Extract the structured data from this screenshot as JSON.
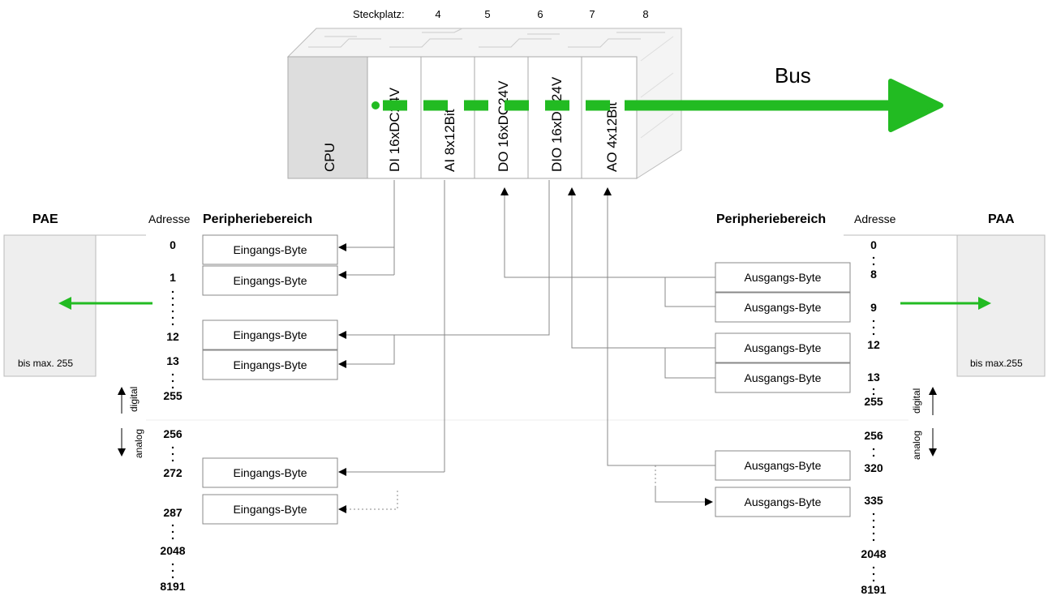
{
  "header": {
    "slot_label": "Steckplatz:",
    "slots": [
      "4",
      "5",
      "6",
      "7",
      "8"
    ]
  },
  "bus": {
    "label": "Bus",
    "color": "#22bb22"
  },
  "modules": {
    "cpu": "CPU",
    "slot4": "DI 16xDC24V",
    "slot5": "AI 8x12Bit",
    "slot6": "DO 16xDC24V",
    "slot7": "DIO 16xDC24V",
    "slot8": "AO 4x12Bit"
  },
  "left": {
    "title": "PAE",
    "address_header": "Adresse",
    "area_header": "Peripheriebereich",
    "limit": "bis max. 255",
    "digital": "digital",
    "analog": "analog",
    "addresses": [
      "0",
      "1",
      "12",
      "13",
      "255",
      "256",
      "272",
      "287",
      "2048",
      "8191"
    ],
    "bytes": [
      "Eingangs-Byte",
      "Eingangs-Byte",
      "Eingangs-Byte",
      "Eingangs-Byte",
      "Eingangs-Byte",
      "Eingangs-Byte"
    ]
  },
  "right": {
    "title": "PAA",
    "address_header": "Adresse",
    "area_header": "Peripheriebereich",
    "limit": "bis max.255",
    "digital": "digital",
    "analog": "analog",
    "addresses": [
      "0",
      "8",
      "9",
      "12",
      "13",
      "255",
      "256",
      "320",
      "335",
      "2048",
      "8191"
    ],
    "bytes": [
      "Ausgangs-Byte",
      "Ausgangs-Byte",
      "Ausgangs-Byte",
      "Ausgangs-Byte",
      "Ausgangs-Byte",
      "Ausgangs-Byte"
    ]
  }
}
